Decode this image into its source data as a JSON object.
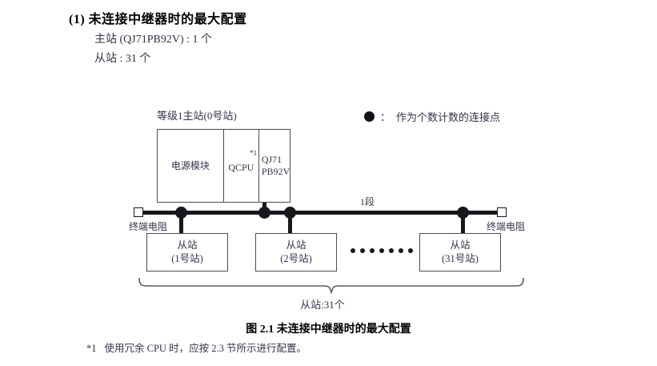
{
  "heading": {
    "number_and_title": "(1) 未连接中继器时的最大配置",
    "spec_master": "主站 (QJ71PB92V) : 1 个",
    "spec_slave": "从站 : 31 个"
  },
  "legend": {
    "marker": "filled-circle",
    "separator": "：",
    "text": "作为个数计数的连接点"
  },
  "diagram": {
    "master_station_label": "等级1主站(0号站)",
    "rack": {
      "power_module": "电源模块",
      "cpu_module": "QCPU",
      "cpu_footnote_mark": "*1",
      "network_module_line1": "QJ71",
      "network_module_line2": "PB92V"
    },
    "bus": {
      "segment_label": "1段",
      "terminator_left": "终端电阻",
      "terminator_right": "终端电阻"
    },
    "slaves": [
      {
        "title": "从站",
        "station": "(1号站)"
      },
      {
        "title": "从站",
        "station": "(2号站)"
      },
      {
        "title": "从站",
        "station": "(31号站)"
      }
    ],
    "ellipsis_count": 7,
    "brace_label": "从站:31个"
  },
  "caption": "图 2.1  未连接中继器时的最大配置",
  "footnote": {
    "mark": "*1",
    "text": "使用冗余 CPU 时，应按 2.3 节所示进行配置。"
  },
  "colors": {
    "ink": "#17171c",
    "text": "#33334a",
    "box_border": "#4b4b52",
    "paper": "#ffffff"
  }
}
